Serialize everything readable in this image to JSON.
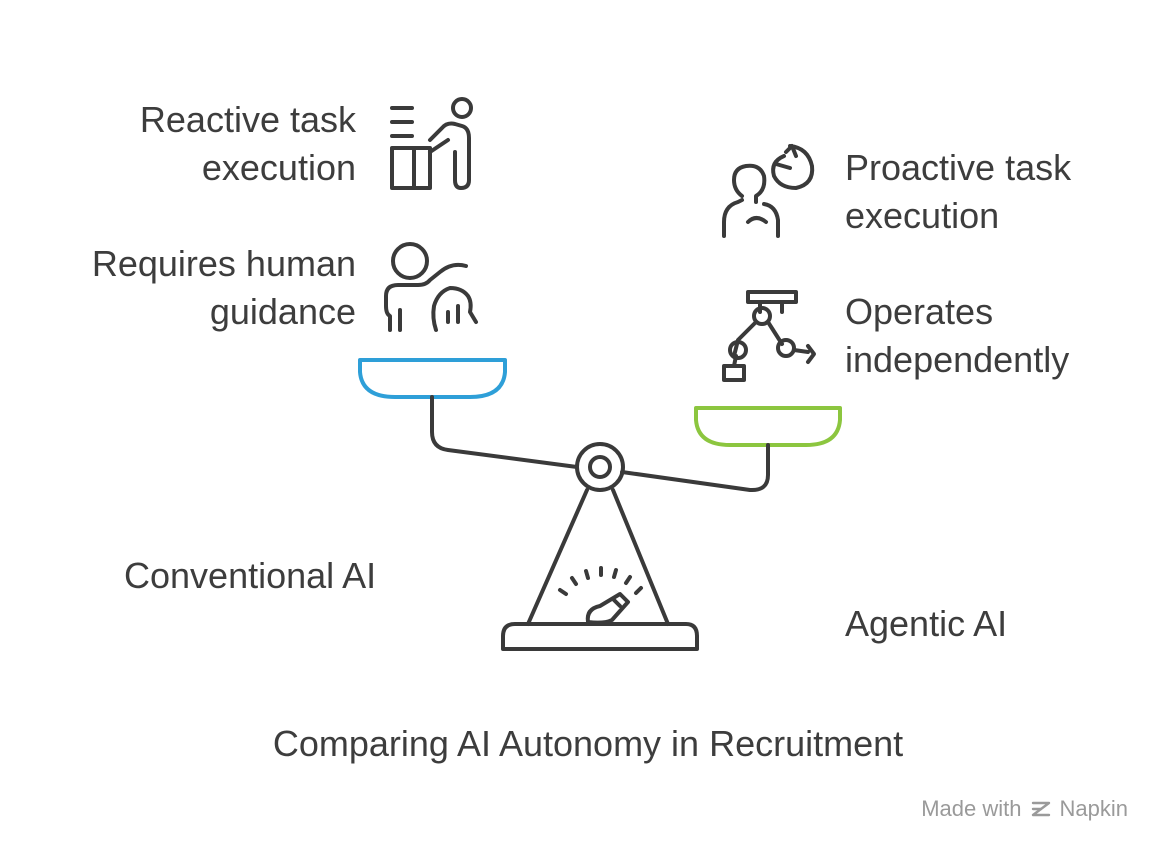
{
  "title": "Comparing AI Autonomy in Recruitment",
  "left_side": {
    "name": "Conventional AI",
    "traits": [
      {
        "lines": [
          "Reactive task",
          "execution"
        ],
        "icon": "person-at-desk-icon"
      },
      {
        "lines": [
          "Requires human",
          "guidance"
        ],
        "icon": "person-with-guide-dog-icon"
      }
    ],
    "pan_color": "#2e9fd8"
  },
  "right_side": {
    "name": "Agentic AI",
    "traits": [
      {
        "lines": [
          "Proactive task",
          "execution"
        ],
        "icon": "person-thinking-refresh-icon"
      },
      {
        "lines": [
          "Operates",
          "independently"
        ],
        "icon": "robotic-arm-icon"
      }
    ],
    "pan_color": "#8cc63f"
  },
  "footer": {
    "made_with": "Made with",
    "brand": "Napkin"
  },
  "colors": {
    "stroke": "#3a3a3a",
    "text": "#3d3d3d",
    "footer": "#9a9a9a"
  }
}
